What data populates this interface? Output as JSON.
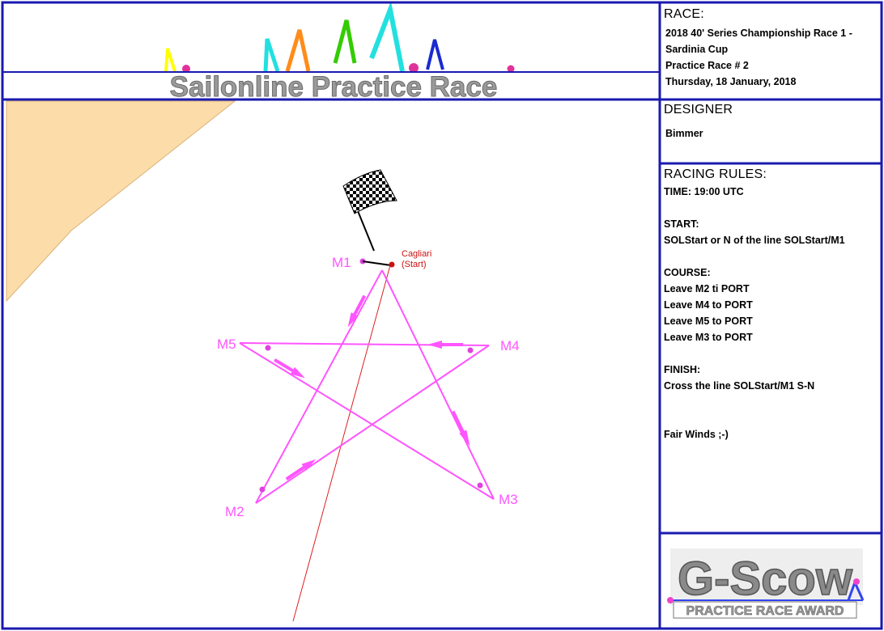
{
  "banner": {
    "title": "Sailonline Practice Race"
  },
  "map": {
    "marks": [
      {
        "id": "m1",
        "label": "M1"
      },
      {
        "id": "m2",
        "label": "M2"
      },
      {
        "id": "m3",
        "label": "M3"
      },
      {
        "id": "m4",
        "label": "M4"
      },
      {
        "id": "m5",
        "label": "M5"
      }
    ],
    "start_label": "Cagliari",
    "start_sublabel": "(Start)",
    "colors": {
      "course": "#ff55ff",
      "land": "#fcdca8",
      "frame": "#1a1ab0",
      "rhumb_line": "#e02020",
      "start_dot": "#cc1111"
    }
  },
  "race": {
    "heading": "RACE:",
    "lines": [
      "2018 40' Series Championship Race 1 -",
      "Sardinia Cup",
      "Practice Race # 2",
      "Thursday, 18 January, 2018"
    ]
  },
  "designer": {
    "heading": "DESIGNER",
    "name": "Bimmer"
  },
  "rules": {
    "heading": "RACING RULES:",
    "time": "TIME: 19:00 UTC",
    "start_heading": "START:",
    "start_text": "SOLStart or N of the line SOLStart/M1",
    "course_heading": "COURSE:",
    "course_lines": [
      "Leave M2 ti PORT",
      "Leave M4 to PORT",
      "Leave M5 to PORT",
      "Leave M3 to PORT"
    ],
    "finish_heading": "FINISH:",
    "finish_text": "Cross the line SOLStart/M1 S-N",
    "closing": "Fair Winds ;-)"
  },
  "award": {
    "logo_text": "G-Scow",
    "subtitle": "PRACTICE RACE AWARD"
  }
}
